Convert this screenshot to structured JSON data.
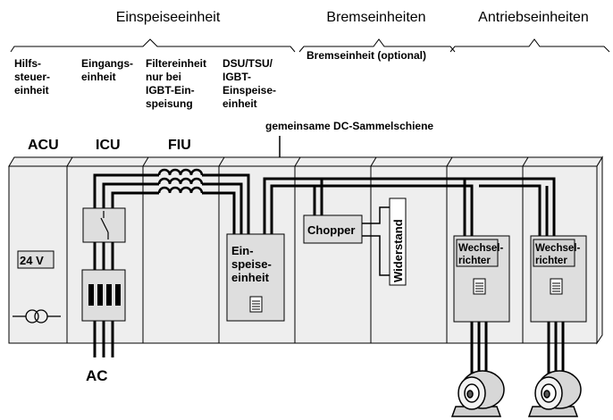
{
  "headers": {
    "einspeise": "Einspeiseeinheit",
    "brems": "Bremseinheiten",
    "antrieb": "Antriebseinheiten"
  },
  "sublabels": {
    "hilfs": [
      "Hilfs-",
      "steuer-",
      "einheit"
    ],
    "eingang": [
      "Eingangs-",
      "einheit"
    ],
    "filter": [
      "Filtereinheit",
      "nur  bei",
      "IGBT-Ein-",
      "speisung"
    ],
    "dsu": [
      "DSU/TSU/",
      "IGBT-",
      "Einspeise-",
      "einheit"
    ],
    "brems_opt": "Bremseinheit  (optional)"
  },
  "dc_bus_label": "gemeinsame DC-Sammelschiene",
  "cabinets": {
    "acu": "ACU",
    "icu": "ICU",
    "fiu": "FIU"
  },
  "components": {
    "voltage": "24 V",
    "einspeise_box": [
      "Ein-",
      "speise-",
      "einheit"
    ],
    "chopper": "Chopper",
    "widerstand": "Widerstand",
    "wr1": [
      "Wechsel-",
      "richter"
    ],
    "wr2": [
      "Wechsel-",
      "richter"
    ]
  },
  "ac_label": "AC",
  "colors": {
    "cabinet_fill": "#eeeeee",
    "box_fill": "#dedede",
    "line": "#000000"
  }
}
